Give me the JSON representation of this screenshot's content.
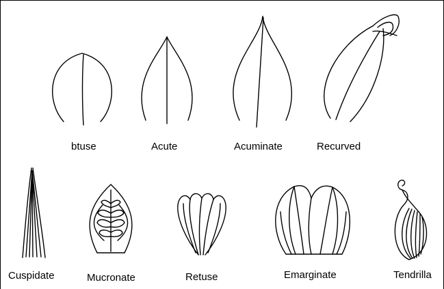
{
  "title": "",
  "labels": {
    "obtuse": "btuse",
    "acute": "Acute",
    "acuminate": "Acuminate",
    "recurved": "Recurved",
    "cuspidate": "Cuspidate",
    "mucronate": "Mucronate",
    "retuse": "Retuse",
    "emarginate": "Emarginate",
    "tendrilla": "Tendrilla"
  }
}
